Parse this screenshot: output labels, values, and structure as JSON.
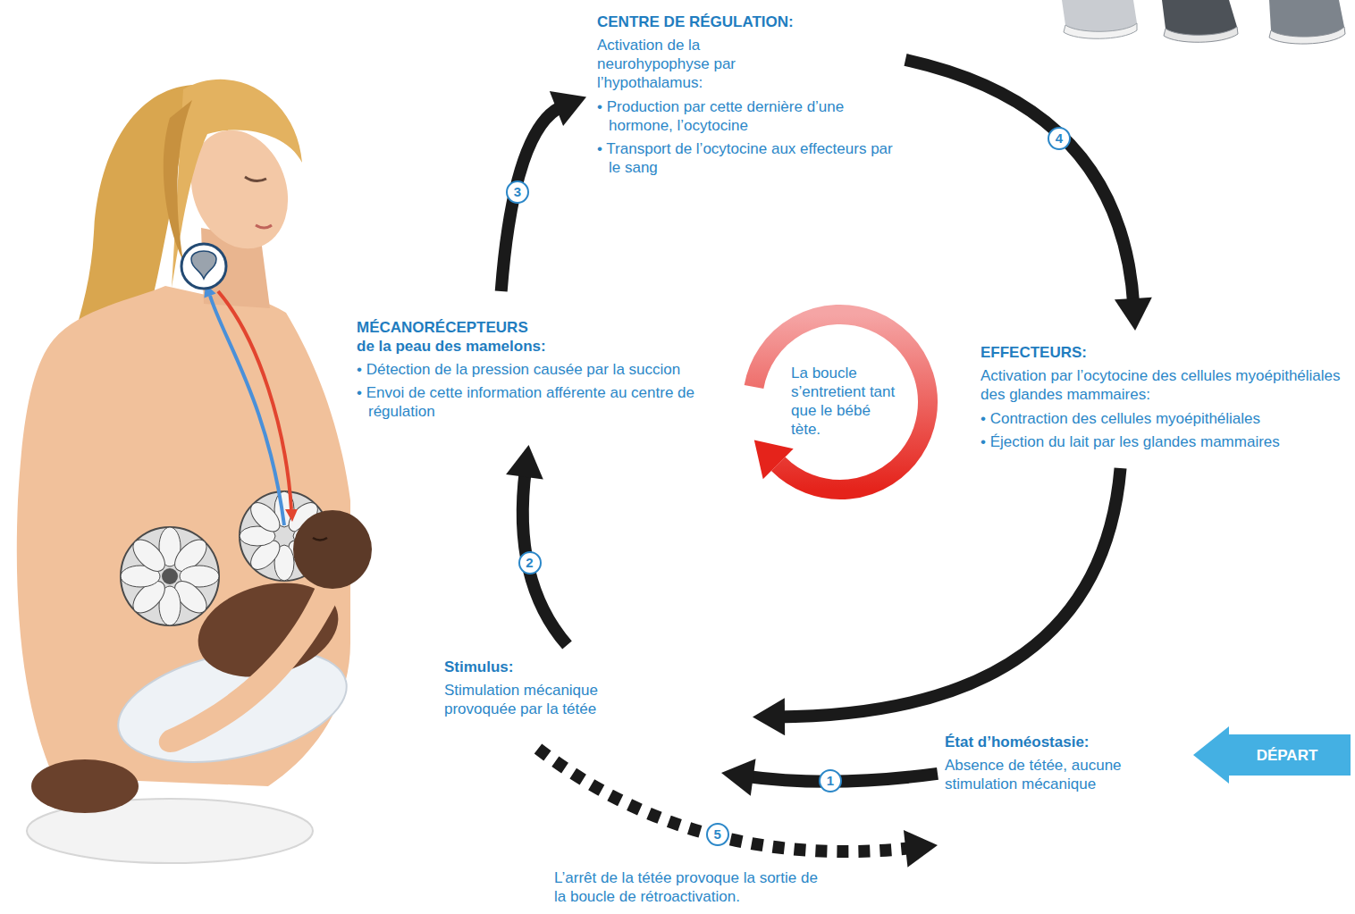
{
  "diagram": {
    "nodes": [
      {
        "text": [
          "CENTRE DE RÉGULATION:",
          "Activation de la neurohypophyse par l’hypothalamus:",
          "• Production par cette dernière d’une hormone, l’ocytocine",
          "• Transport de l’ocytocine aux effecteurs par le sang"
        ]
      },
      {
        "text": [
          "MÉCANORÉCEPTEURS de la peau des mamelons:",
          "• Détection de la pression causée par la succion",
          "• Envoi de cette information afférente au centre de régulation"
        ]
      },
      {
        "text": [
          "EFFECTEURS:",
          "Activation par l’ocytocine des cellules myoépithéliales des glandes mammaires:",
          "• Contraction des cellules myoépithéliales",
          "• Éjection du lait par les glandes mammaires"
        ]
      },
      {
        "text": [
          "Stimulus:",
          "Stimulation mécanique provoquée par la tétée"
        ]
      },
      {
        "text": [
          "État d’homéostasie:",
          "Absence de tétée, aucune stimulation mécanique"
        ]
      },
      {
        "text": [
          "DÉPART"
        ]
      }
    ],
    "edges": [
      {
        "from": 4,
        "to": 3,
        "label": "1",
        "arrow": "to"
      },
      {
        "from": 3,
        "to": 1,
        "label": "2",
        "arrow": "to"
      },
      {
        "from": 1,
        "to": 0,
        "label": "3",
        "arrow": "to"
      },
      {
        "from": 0,
        "to": 2,
        "label": "4",
        "arrow": "to"
      },
      {
        "from": 2,
        "to": 3,
        "arrow": "to"
      },
      {
        "from": 3,
        "to": 4,
        "label": "5",
        "arrow": "to"
      }
    ],
    "labels": [
      "La boucle s’entretient tant que le bébé tète.",
      "L’arrêt de la tétée provoque la sortie de la boucle de rétroactivation."
    ]
  }
}
